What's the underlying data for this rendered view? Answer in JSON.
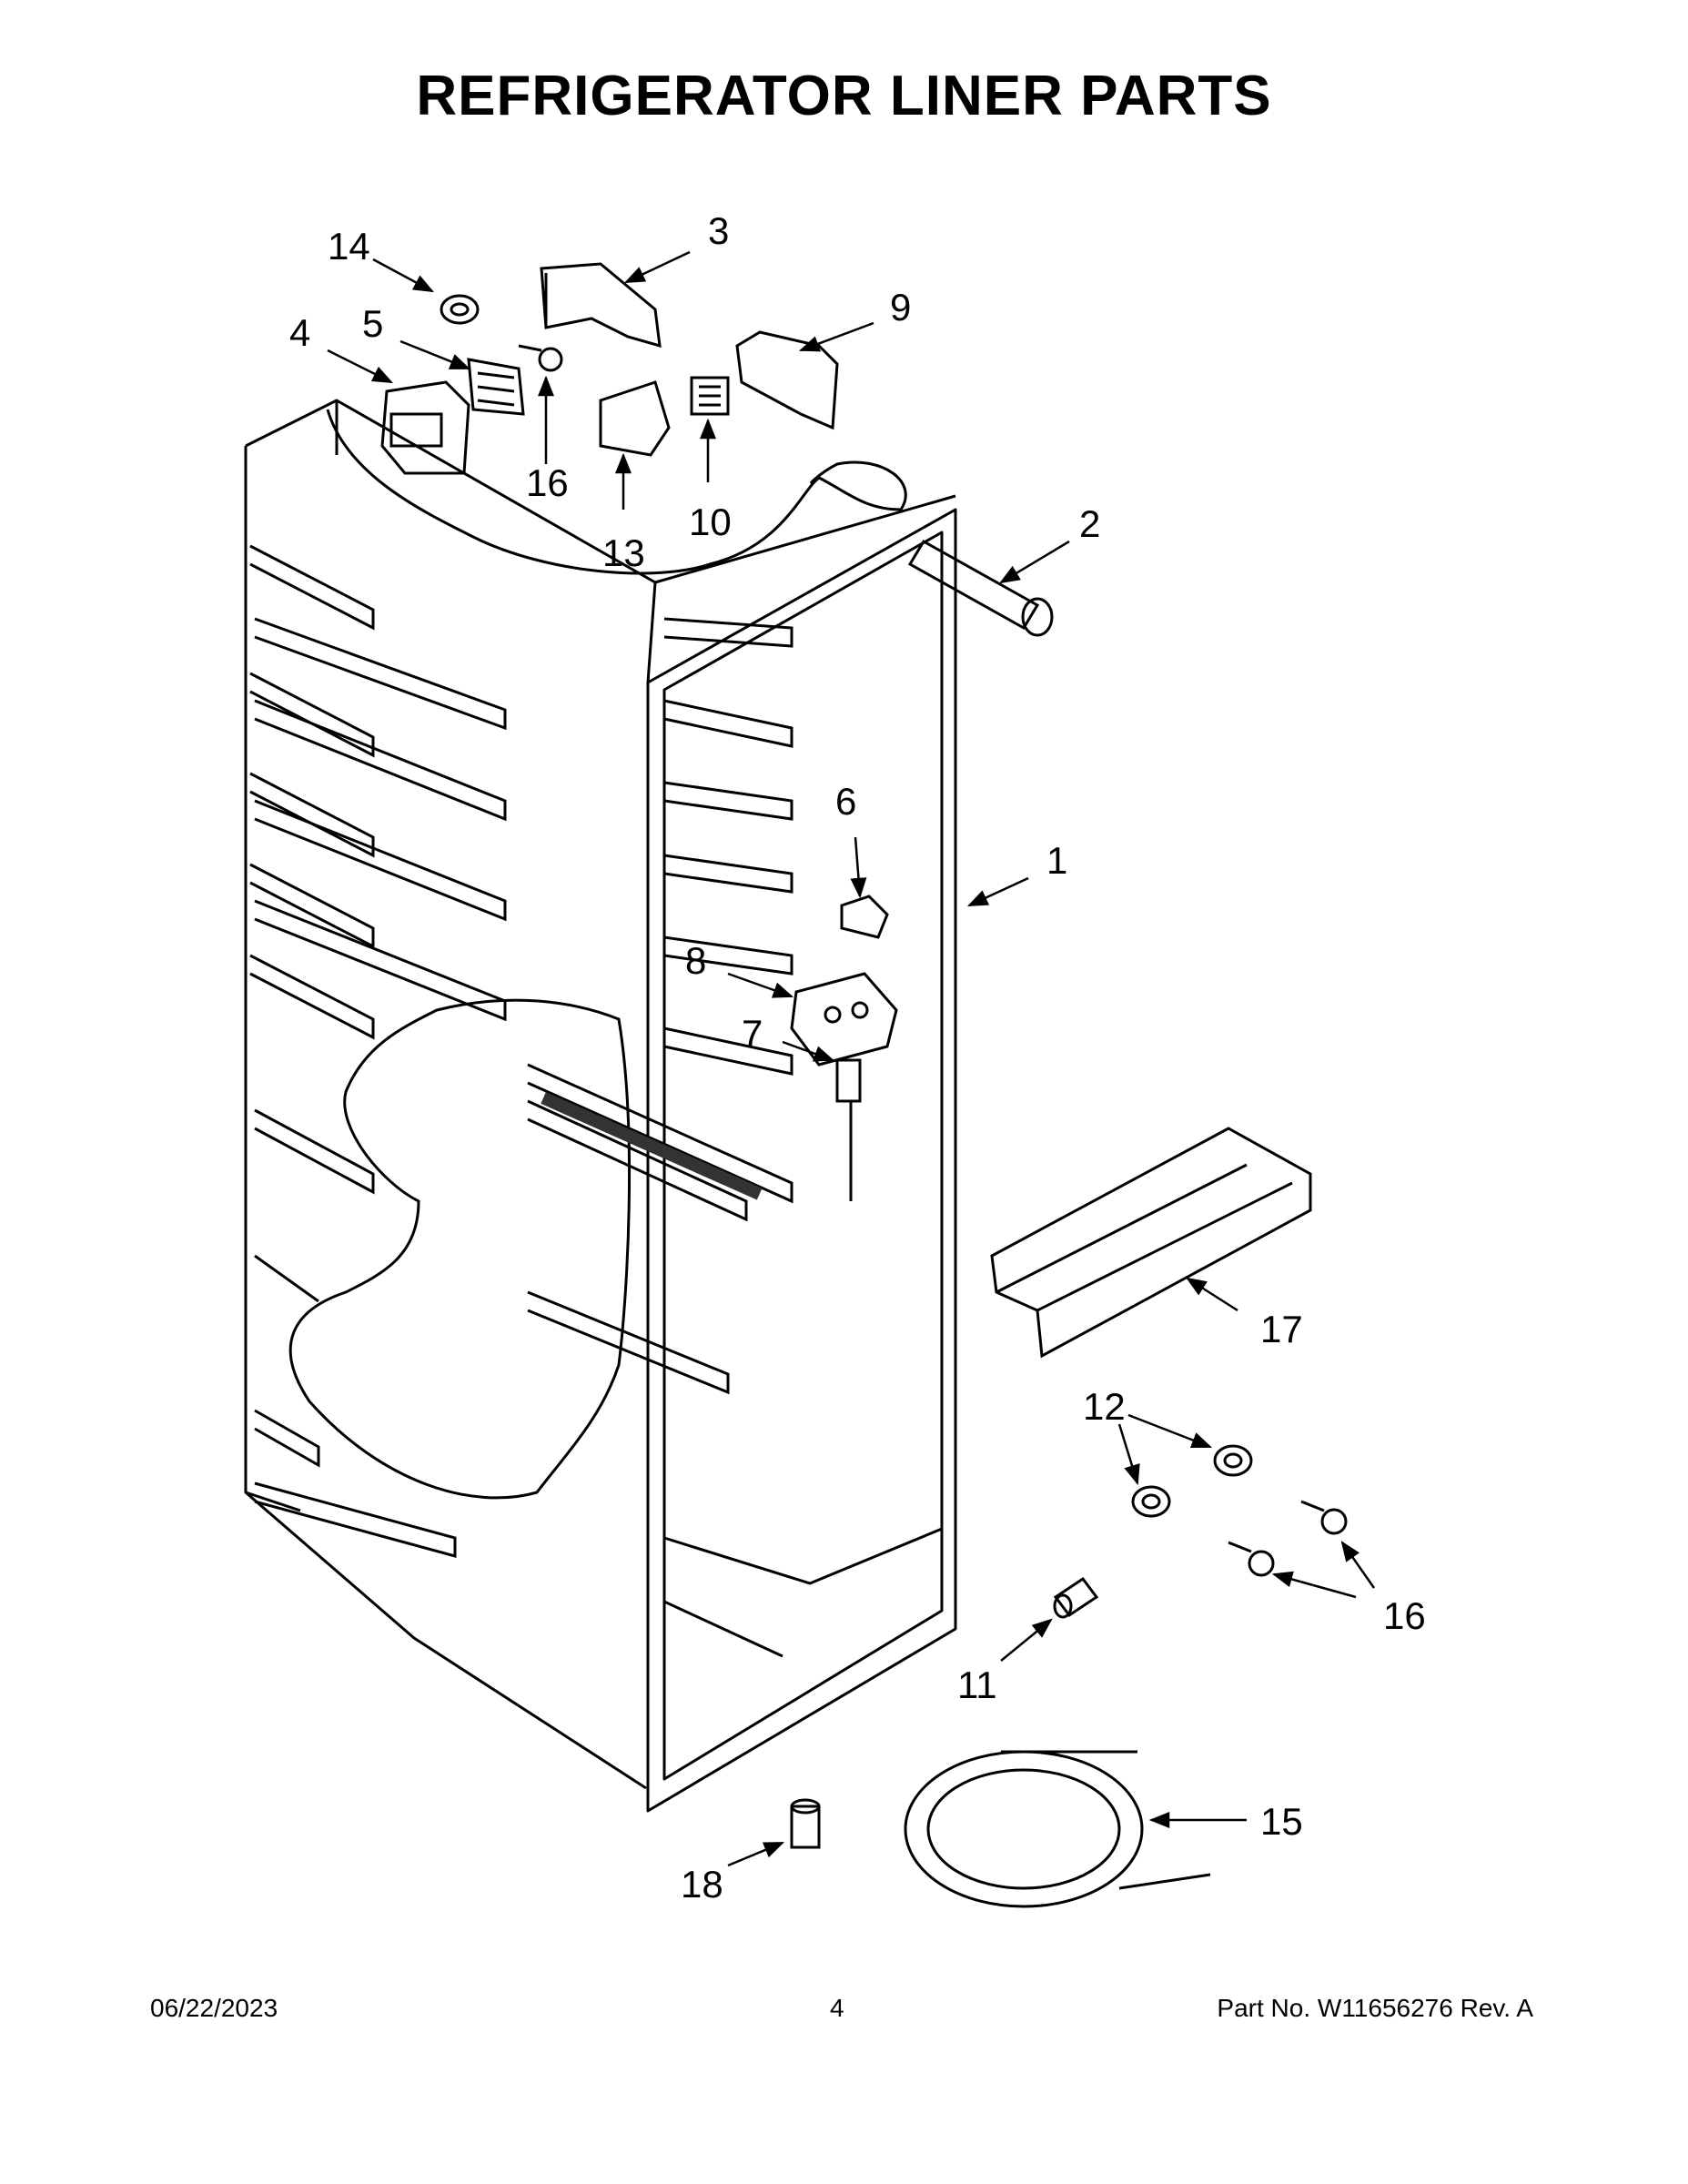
{
  "title": "REFRIGERATOR LINER PARTS",
  "callouts": [
    "1",
    "2",
    "3",
    "4",
    "5",
    "6",
    "7",
    "8",
    "9",
    "10",
    "11",
    "12",
    "13",
    "14",
    "15",
    "16",
    "17",
    "18"
  ],
  "footer": {
    "date": "06/22/2023",
    "page": "4",
    "part_no": "Part No.  W11656276  Rev.  A"
  }
}
